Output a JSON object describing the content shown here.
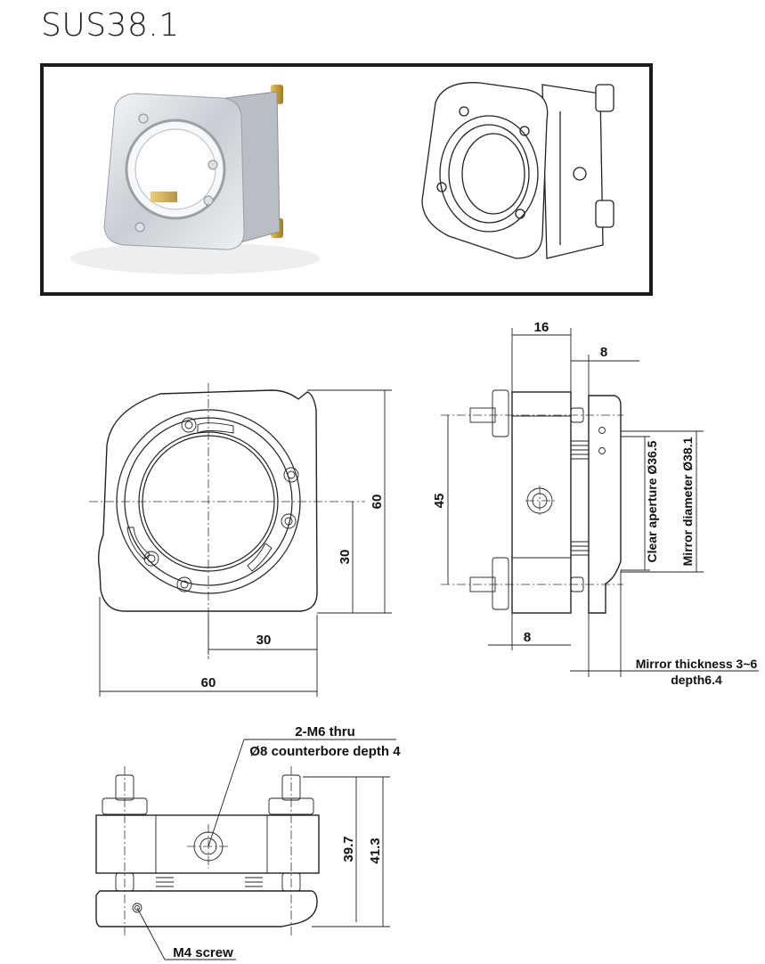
{
  "title": "SUS38.1",
  "front_view": {
    "dim_height": "60",
    "dim_center_v": "30",
    "dim_center_h": "30",
    "dim_width": "60"
  },
  "side_view": {
    "dim_top_width": "16",
    "dim_plate": "8",
    "dim_spacing": "45",
    "dim_bottom": "8",
    "clear_aperture": "Clear aperture Ø36.5",
    "mirror_diameter": "Mirror diameter Ø38.1",
    "mirror_thickness": "Mirror thickness 3~6",
    "depth": "depth6.4"
  },
  "top_view": {
    "thru_hole_line1": "2-M6 thru",
    "thru_hole_line2": "Ø8 counterbore depth 4",
    "dim_39_7": "39.7",
    "dim_41_3": "41.3",
    "m4_screw": "M4 screw"
  },
  "colors": {
    "line": "#222222",
    "brass": "#c9a23a",
    "metal": "#d9dde2"
  }
}
